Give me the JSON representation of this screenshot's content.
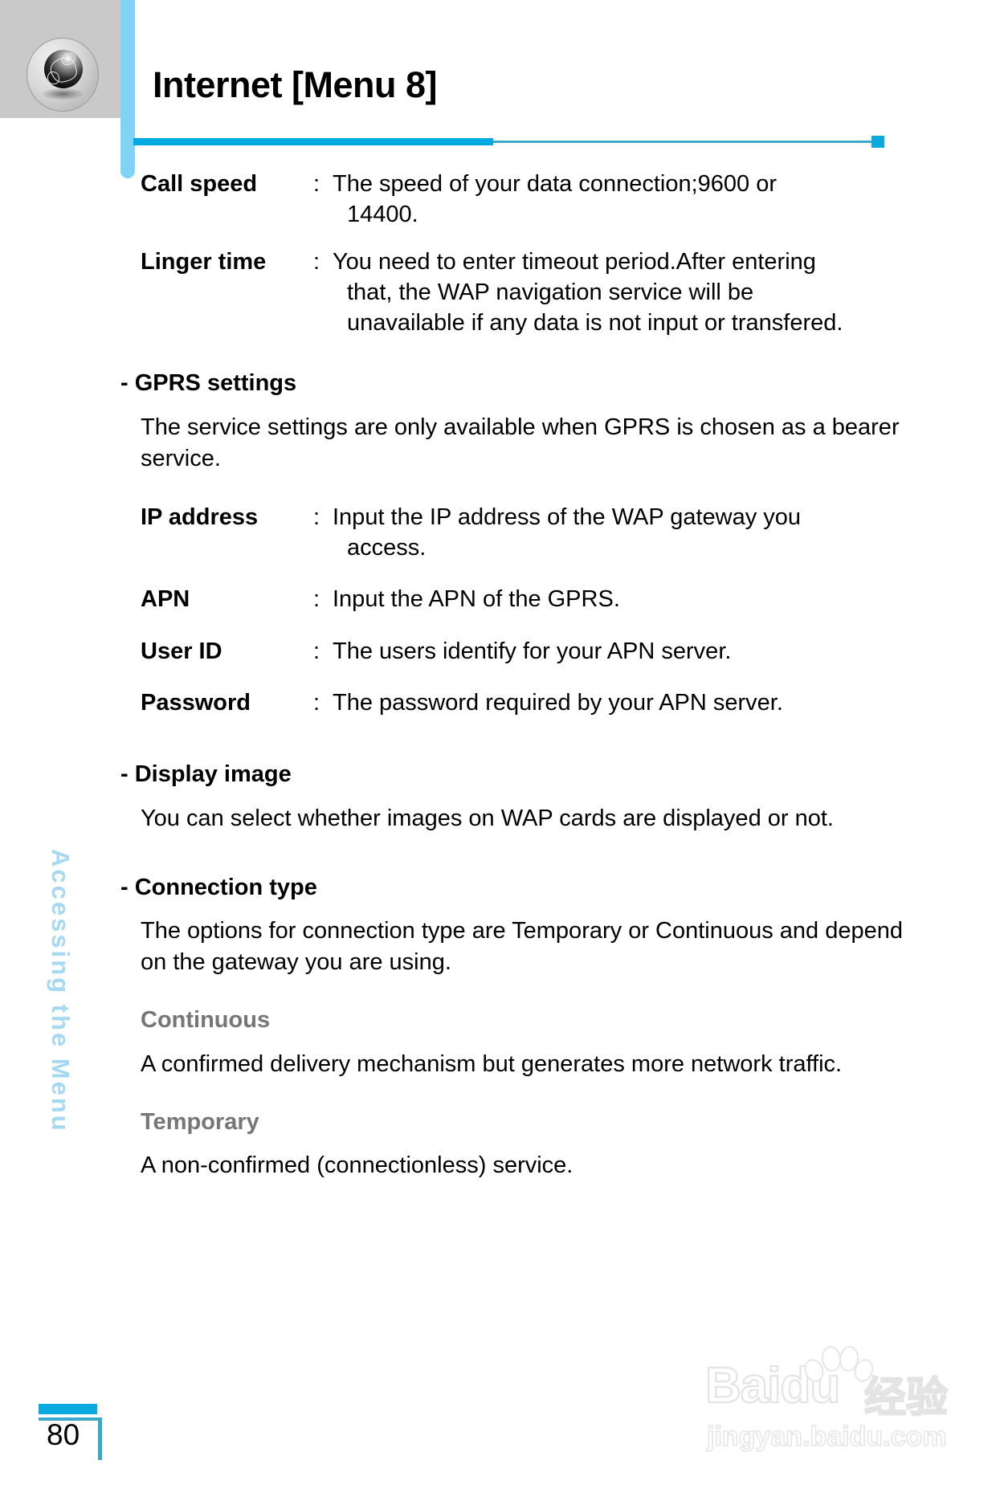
{
  "header": {
    "title": "Internet [Menu 8]",
    "icon_name": "globe-icon"
  },
  "side_tab": {
    "label": "Accessing the Menu"
  },
  "sections": {
    "settings_defs_top": [
      {
        "term": "Call speed",
        "colon": ":",
        "desc_line1": "The speed of your data connection;9600 or",
        "desc_line2": "14400."
      },
      {
        "term": "Linger time",
        "colon": ":",
        "desc_line1": "You need to enter timeout period.After entering",
        "desc_line2": "that, the WAP navigation service will be",
        "desc_line3": "unavailable  if any data is not input or transfered."
      }
    ],
    "gprs": {
      "heading": "- GPRS settings",
      "body": "The service settings are only available when GPRS is chosen as a bearer service.",
      "defs": [
        {
          "term": "IP address",
          "colon": ":",
          "desc_line1": "Input the IP address of the WAP gateway you",
          "desc_line2": "access."
        },
        {
          "term": "APN",
          "colon": ":",
          "desc_line1": "Input the APN of the GPRS."
        },
        {
          "term": "User ID",
          "colon": ":",
          "desc_line1": "The users identify for your APN server."
        },
        {
          "term": "Password",
          "colon": ":",
          "desc_line1": "The password required by your APN server."
        }
      ]
    },
    "display_image": {
      "heading": "- Display image",
      "body": "You can select whether images on WAP cards are displayed or not."
    },
    "connection_type": {
      "heading": "- Connection type",
      "body": "The options for connection type are Temporary or Continuous and depend on the gateway you are using.",
      "items": [
        {
          "name": "Continuous",
          "body": "A confirmed delivery mechanism but generates more network traffic."
        },
        {
          "name": "Temporary",
          "body": "A non-confirmed (connectionless) service."
        }
      ]
    }
  },
  "footer": {
    "page_number": "80"
  },
  "watermark": {
    "logo": "Baidu",
    "logo_cn": "经验",
    "url": "jingyan.baidu.com"
  },
  "colors": {
    "accent_blue": "#0aaae0",
    "light_blue": "#7fd4f5",
    "thin_rule": "#3aa9c9",
    "side_tab": "#a5d9f2",
    "sub_head_gray": "#767676",
    "header_box_gray": "#c9c9c9"
  }
}
